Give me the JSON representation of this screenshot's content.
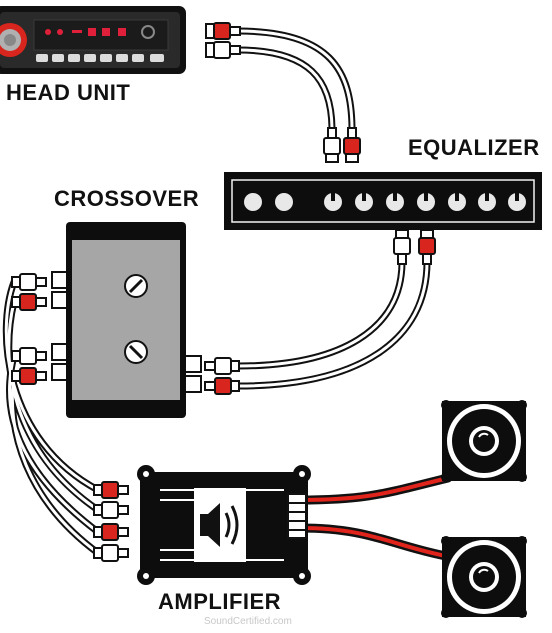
{
  "labels": {
    "head_unit": "HEAD UNIT",
    "equalizer": "EQUALIZER",
    "crossover": "CROSSOVER",
    "amplifier": "AMPLIFIER",
    "watermark": "SoundCertified.com"
  },
  "colors": {
    "rca_red": "#d8261e",
    "rca_white": "#ffffff",
    "speaker_wire": "#e0241c",
    "device_body": "#0d0d0d",
    "crossover_panel": "#a6a6a6",
    "radio_display": "#e0203a"
  },
  "icons": {
    "amplifier_badge": "speaker-sound-icon"
  }
}
